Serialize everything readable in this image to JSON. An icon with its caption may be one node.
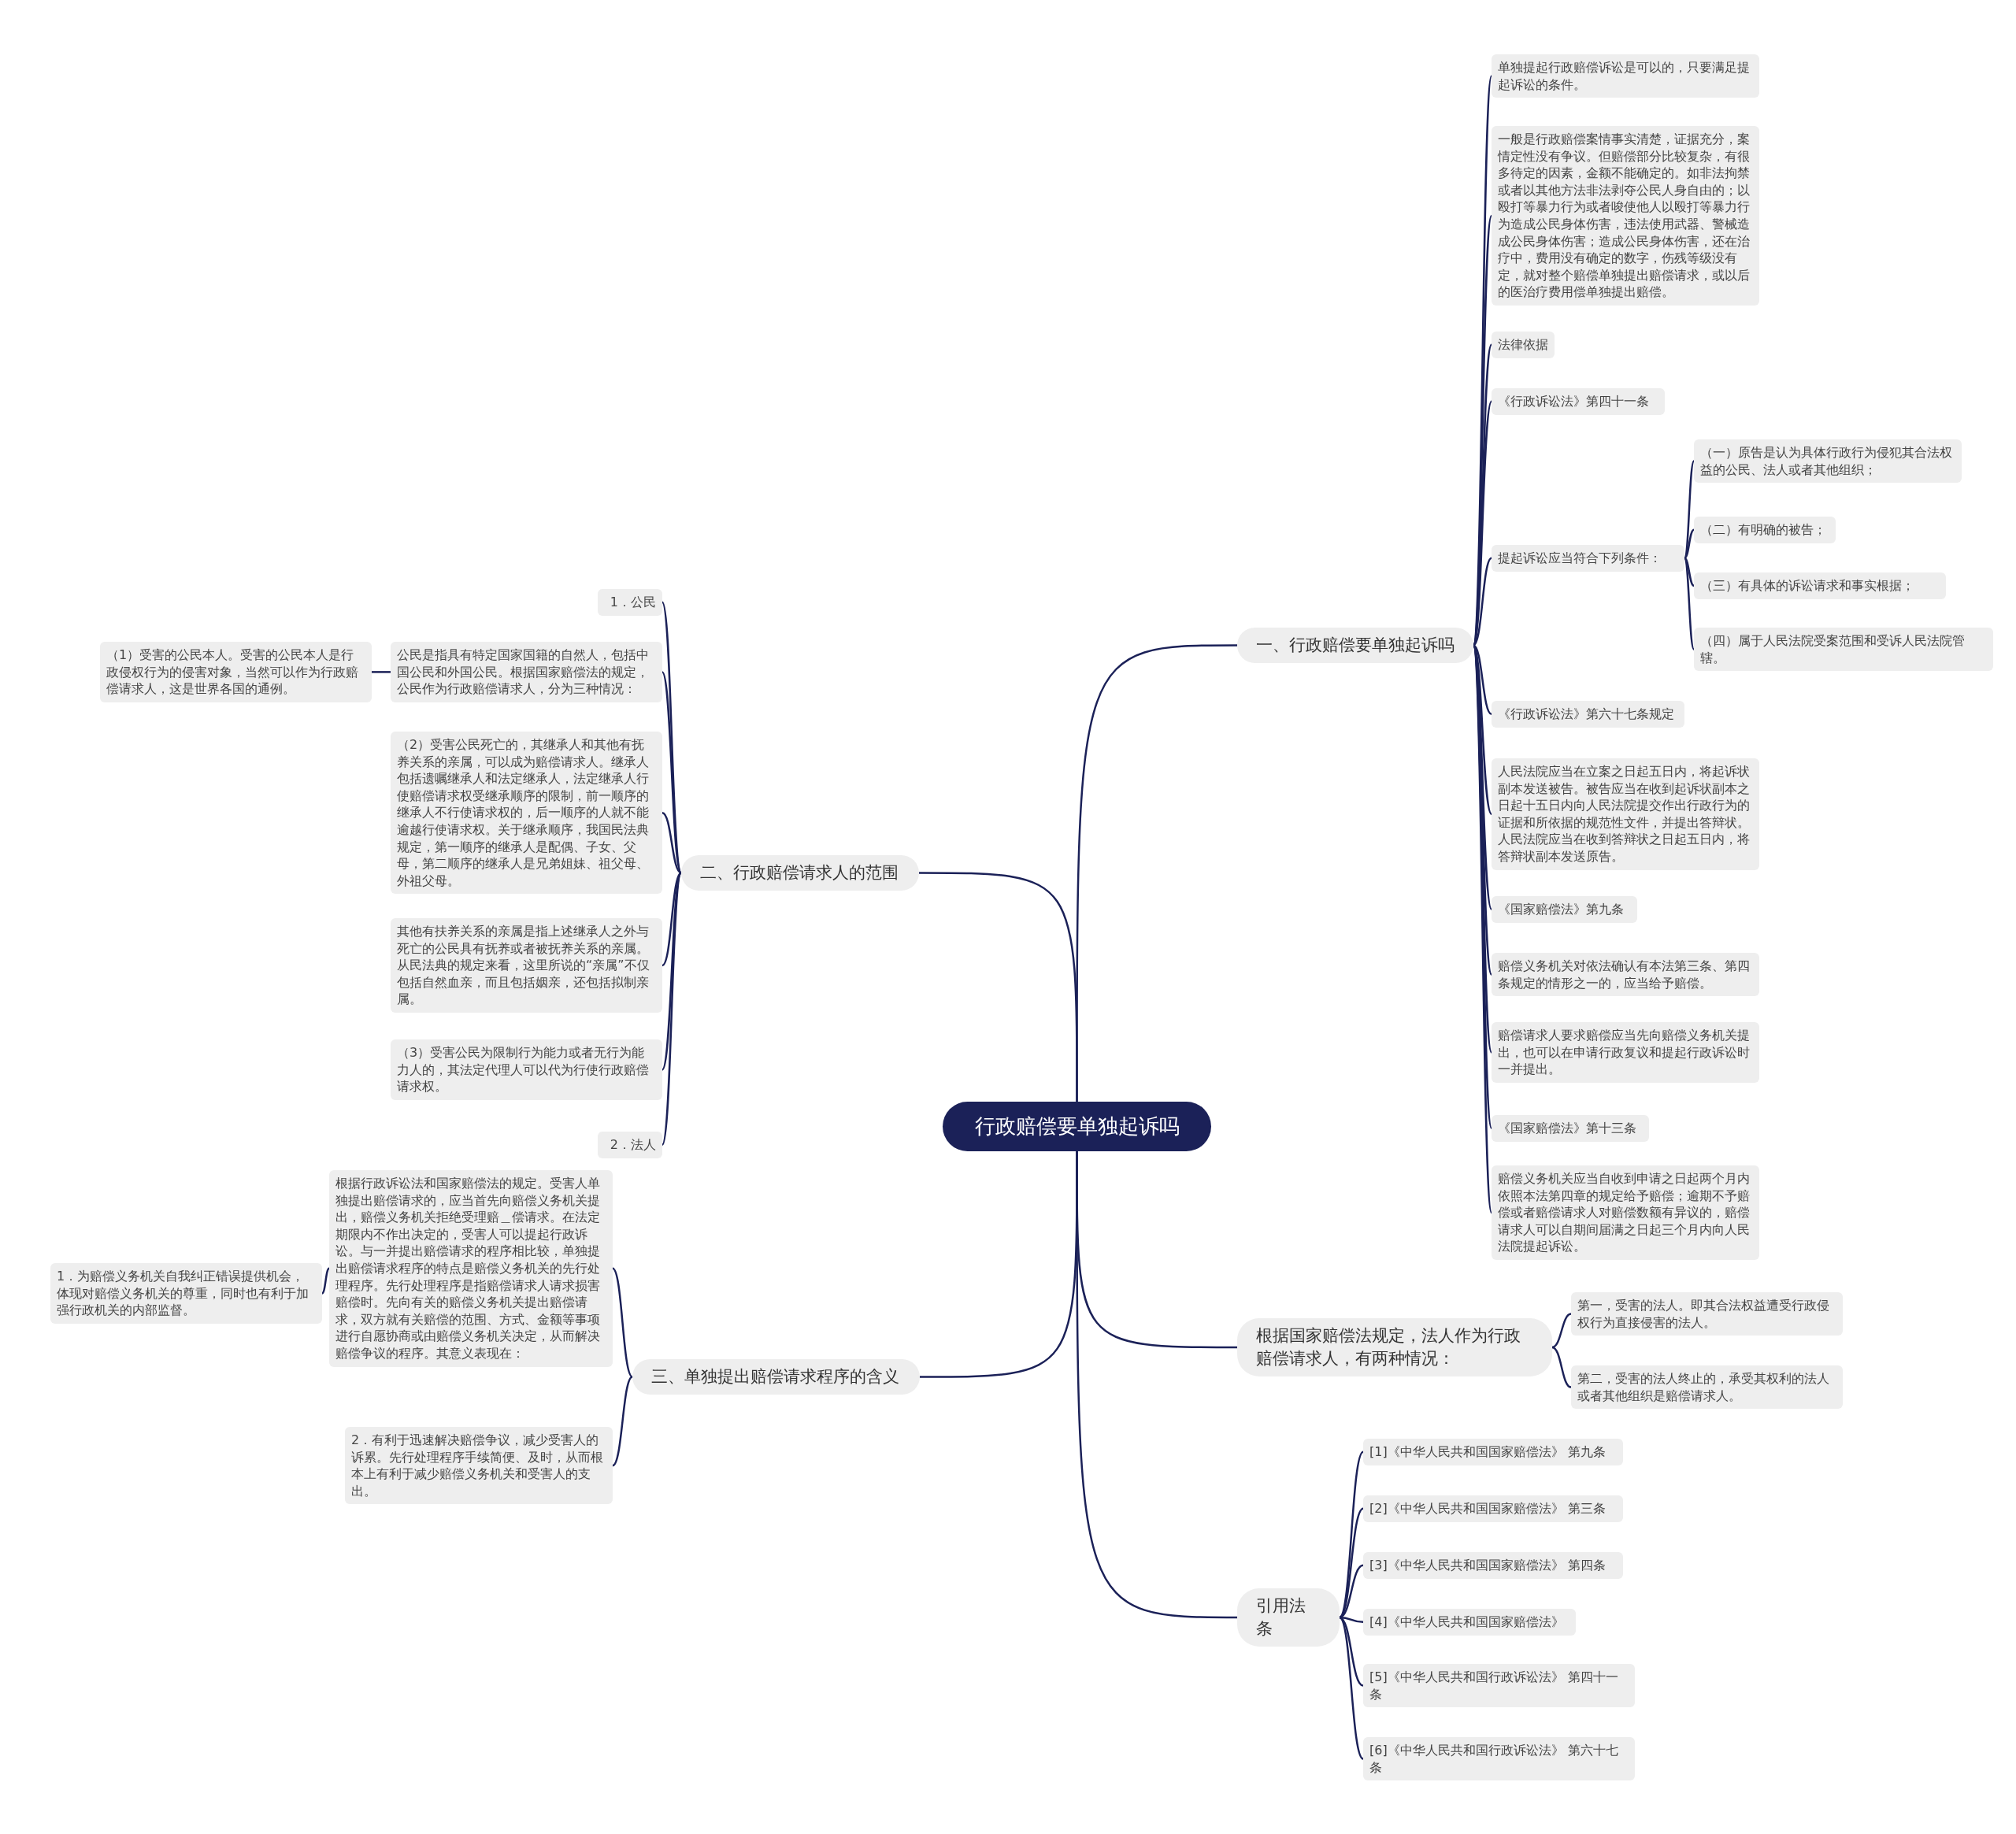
{
  "diagram": {
    "nodes": [
      {
        "text": [
          "行政赔偿要单独起诉吗"
        ]
      },
      {
        "text": [
          "一、行政赔偿要单独起诉吗"
        ]
      },
      {
        "text": [
          "单独提起行政赔偿诉讼是可以的，只要满足提起诉讼的条件。"
        ]
      },
      {
        "text": [
          "一般是行政赔偿案情事实清楚，证据充分，案情定性没有争议。但赔偿部分比较复杂，有很多待定的因素，金额不能确定的。如非法拘禁或者以其他方法非法剥夺公民人身自由的；以殴打等暴力行为或者唆使他人以殴打等暴力行为造成公民身体伤害，违法使用武器、警械造成公民身体伤害；造成公民身体伤害，还在治疗中，费用没有确定的数字，伤残等级没有定，就对整个赔偿单独提出赔偿请求，或以后的医治疗费用偿单独提出赔偿。"
        ]
      },
      {
        "text": [
          "法律依据"
        ]
      },
      {
        "text": [
          "《行政诉讼法》第四十一条"
        ]
      },
      {
        "text": [
          "提起诉讼应当符合下列条件："
        ]
      },
      {
        "text": [
          "（一）原告是认为具体行政行为侵犯其合法权益的公民、法人或者其他组织；"
        ]
      },
      {
        "text": [
          "（二）有明确的被告；"
        ]
      },
      {
        "text": [
          "（三）有具体的诉讼请求和事实根据；"
        ]
      },
      {
        "text": [
          "（四）属于人民法院受案范围和受诉人民法院管辖。"
        ]
      },
      {
        "text": [
          "《行政诉讼法》第六十七条规定"
        ]
      },
      {
        "text": [
          "人民法院应当在立案之日起五日内，将起诉状副本发送被告。被告应当在收到起诉状副本之日起十五日内向人民法院提交作出行政行为的证据和所依据的规范性文件，并提出答辩状。人民法院应当在收到答辩状之日起五日内，将答辩状副本发送原告。"
        ]
      },
      {
        "text": [
          "《国家赔偿法》第九条"
        ]
      },
      {
        "text": [
          "赔偿义务机关对依法确认有本法第三条、第四条规定的情形之一的，应当给予赔偿。"
        ]
      },
      {
        "text": [
          "赔偿请求人要求赔偿应当先向赔偿义务机关提出，也可以在申请行政复议和提起行政诉讼时一并提出。"
        ]
      },
      {
        "text": [
          "《国家赔偿法》第十三条"
        ]
      },
      {
        "text": [
          "赔偿义务机关应当自收到申请之日起两个月内依照本法第四章的规定给予赔偿；逾期不予赔偿或者赔偿请求人对赔偿数额有异议的，赔偿请求人可以自期间届满之日起三个月内向人民法院提起诉讼。"
        ]
      },
      {
        "text": [
          "根据国家赔偿法规定，法人作为行政赔偿请求人，有两种情况："
        ]
      },
      {
        "text": [
          "第一，受害的法人。即其合法权益遭受行政侵权行为直接侵害的法人。"
        ]
      },
      {
        "text": [
          "第二，受害的法人终止的，承受其权利的法人或者其他组织是赔偿请求人。"
        ]
      },
      {
        "text": [
          "引用法条"
        ]
      },
      {
        "text": [
          "[1]《中华人民共和国国家赔偿法》 第九条"
        ]
      },
      {
        "text": [
          "[2]《中华人民共和国国家赔偿法》 第三条"
        ]
      },
      {
        "text": [
          "[3]《中华人民共和国国家赔偿法》 第四条"
        ]
      },
      {
        "text": [
          "[4]《中华人民共和国国家赔偿法》"
        ]
      },
      {
        "text": [
          "[5]《中华人民共和国行政诉讼法》 第四十一条"
        ]
      },
      {
        "text": [
          "[6]《中华人民共和国行政诉讼法》 第六十七条"
        ]
      },
      {
        "text": [
          "二、行政赔偿请求人的范围"
        ]
      },
      {
        "text": [
          "1．公民"
        ]
      },
      {
        "text": [
          "公民是指具有特定国家国籍的自然人，包括中国公民和外国公民。根据国家赔偿法的规定，公民作为行政赔偿请求人，分为三种情况："
        ]
      },
      {
        "text": [
          "（1）受害的公民本人。受害的公民本人是行政侵权行为的侵害对象，当然可以作为行政赔偿请求人，这是世界各国的通例。"
        ]
      },
      {
        "text": [
          "（2）受害公民死亡的，其继承人和其他有抚养关系的亲属，可以成为赔偿请求人。继承人包括遗嘱继承人和法定继承人，法定继承人行使赔偿请求权受继承顺序的限制，前一顺序的继承人不行使请求权的，后一顺序的人就不能逾越行使请求权。关于继承顺序，我国民法典规定，第一顺序的继承人是配偶、子女、父母，第二顺序的继承人是兄弟姐妹、祖父母、外祖父母。"
        ]
      },
      {
        "text": [
          "其他有扶养关系的亲属是指上述继承人之外与死亡的公民具有抚养或者被抚养关系的亲属。从民法典的规定来看，这里所说的“亲属”不仅包括自然血亲，而且包括姻亲，还包括拟制亲属。"
        ]
      },
      {
        "text": [
          "（3）受害公民为限制行为能力或者无行为能力人的，其法定代理人可以代为行使行政赔偿请求权。"
        ]
      },
      {
        "text": [
          "2．法人"
        ]
      },
      {
        "text": [
          "三、单独提出赔偿请求程序的含义"
        ]
      },
      {
        "text": [
          "根据行政诉讼法和国家赔偿法的规定。受害人单独提出赔偿请求的，应当首先向赔偿义务机关提出，赔偿义务机关拒绝受理赔＿偿请求。在法定期限内不作出决定的，受害人可以提起行政诉讼。与一并提出赔偿请求的程序相比较，单独提出赔偿请求程序的特点是赔偿义务机关的先行处理程序。先行处理程序是指赔偿请求人请求损害赔偿时。先向有关的赔偿义务机关提出赔偿请求，双方就有关赔偿的范围、方式、金额等事项进行自愿协商或由赔偿义务机关决定，从而解决赔偿争议的程序。其意义表现在："
        ]
      },
      {
        "text": [
          "1．为赔偿义务机关自我纠正错误提供机会，体现对赔偿义务机关的尊重，同时也有利于加强行政机关的内部监督。"
        ]
      },
      {
        "text": [
          "2．有利于迅速解决赔偿争议，减少受害人的诉累。先行处理程序手续简便、及时，从而根本上有利于减少赔偿义务机关和受害人的支出。"
        ]
      }
    ],
    "edges": [
      {
        "from": 0,
        "to": 1,
        "arrow": "none"
      },
      {
        "from": 1,
        "to": 2,
        "arrow": "none"
      },
      {
        "from": 1,
        "to": 3,
        "arrow": "none"
      },
      {
        "from": 1,
        "to": 4,
        "arrow": "none"
      },
      {
        "from": 1,
        "to": 5,
        "arrow": "none"
      },
      {
        "from": 1,
        "to": 6,
        "arrow": "none"
      },
      {
        "from": 6,
        "to": 7,
        "arrow": "none"
      },
      {
        "from": 6,
        "to": 8,
        "arrow": "none"
      },
      {
        "from": 6,
        "to": 9,
        "arrow": "none"
      },
      {
        "from": 6,
        "to": 10,
        "arrow": "none"
      },
      {
        "from": 1,
        "to": 11,
        "arrow": "none"
      },
      {
        "from": 1,
        "to": 12,
        "arrow": "none"
      },
      {
        "from": 1,
        "to": 13,
        "arrow": "none"
      },
      {
        "from": 1,
        "to": 14,
        "arrow": "none"
      },
      {
        "from": 1,
        "to": 15,
        "arrow": "none"
      },
      {
        "from": 1,
        "to": 16,
        "arrow": "none"
      },
      {
        "from": 1,
        "to": 17,
        "arrow": "none"
      },
      {
        "from": 0,
        "to": 18,
        "arrow": "none"
      },
      {
        "from": 18,
        "to": 19,
        "arrow": "none"
      },
      {
        "from": 18,
        "to": 20,
        "arrow": "none"
      },
      {
        "from": 0,
        "to": 21,
        "arrow": "none"
      },
      {
        "from": 21,
        "to": 22,
        "arrow": "none"
      },
      {
        "from": 21,
        "to": 23,
        "arrow": "none"
      },
      {
        "from": 21,
        "to": 24,
        "arrow": "none"
      },
      {
        "from": 21,
        "to": 25,
        "arrow": "none"
      },
      {
        "from": 21,
        "to": 26,
        "arrow": "none"
      },
      {
        "from": 21,
        "to": 27,
        "arrow": "none"
      },
      {
        "from": 0,
        "to": 28,
        "arrow": "none"
      },
      {
        "from": 28,
        "to": 29,
        "arrow": "none"
      },
      {
        "from": 28,
        "to": 30,
        "arrow": "none"
      },
      {
        "from": 30,
        "to": 31,
        "arrow": "none"
      },
      {
        "from": 28,
        "to": 32,
        "arrow": "none"
      },
      {
        "from": 28,
        "to": 33,
        "arrow": "none"
      },
      {
        "from": 28,
        "to": 34,
        "arrow": "none"
      },
      {
        "from": 28,
        "to": 35,
        "arrow": "none"
      },
      {
        "from": 0,
        "to": 36,
        "arrow": "none"
      },
      {
        "from": 36,
        "to": 37,
        "arrow": "none"
      },
      {
        "from": 37,
        "to": 38,
        "arrow": "none"
      },
      {
        "from": 36,
        "to": 39,
        "arrow": "none"
      }
    ]
  }
}
